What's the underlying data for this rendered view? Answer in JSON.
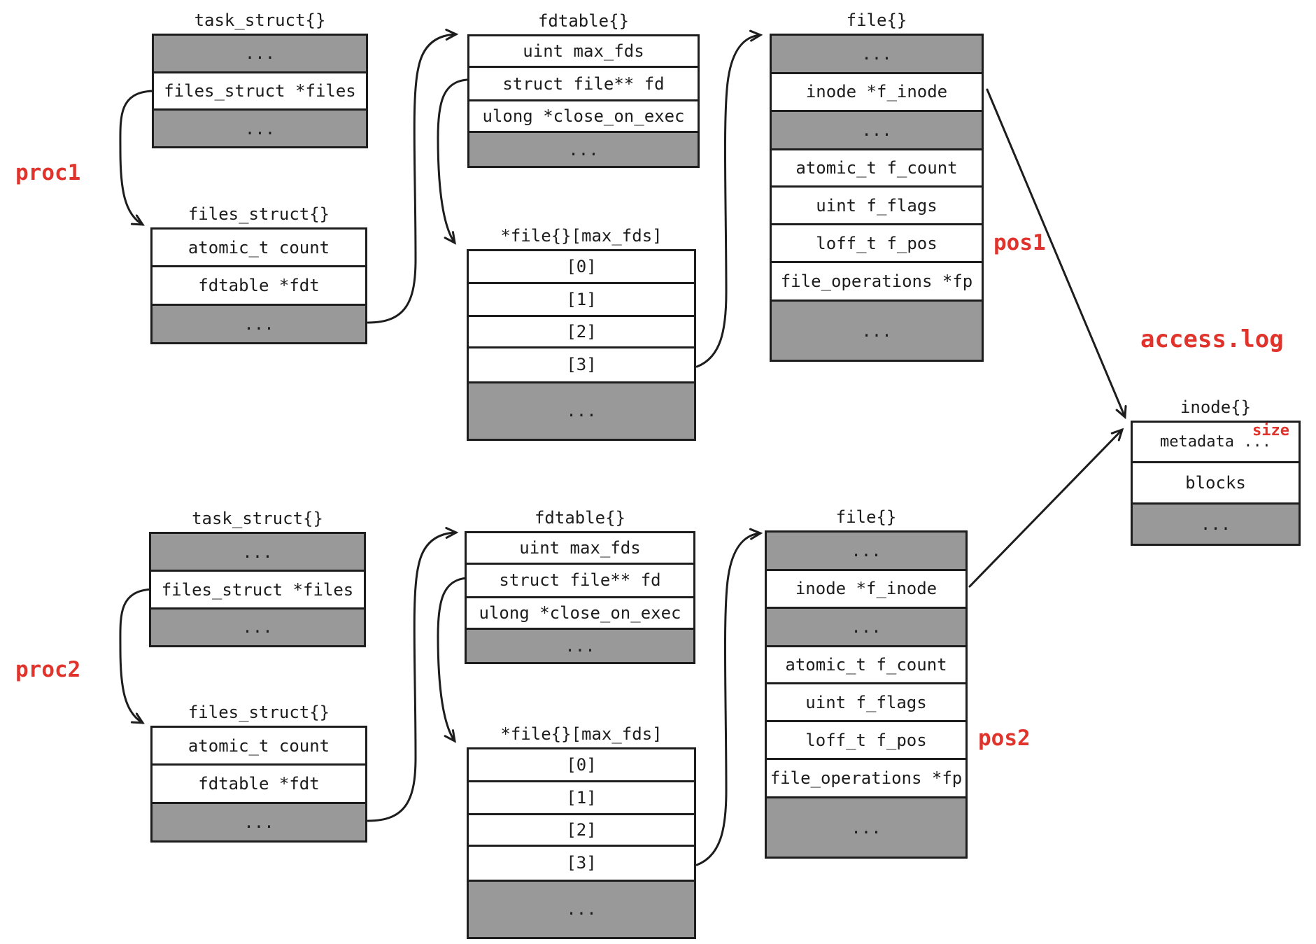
{
  "colors": {
    "red": "#e0332c",
    "gray": "#999999",
    "line": "#1d1d1d"
  },
  "labels": {
    "proc1": "proc1",
    "proc2": "proc2",
    "pos1": "pos1",
    "pos2": "pos2",
    "file_name": "access.log",
    "size": "size"
  },
  "proc1": {
    "task": {
      "title": "task_struct{}",
      "rows": [
        "...",
        "files_struct *files",
        "..."
      ]
    },
    "files": {
      "title": "files_struct{}",
      "rows": [
        "atomic_t count",
        "fdtable *fdt",
        "..."
      ]
    },
    "fdtable": {
      "title": "fdtable{}",
      "rows": [
        "uint max_fds",
        "struct file** fd",
        "ulong *close_on_exec",
        "..."
      ]
    },
    "fdarray": {
      "title": "*file{}[max_fds]",
      "rows": [
        "[0]",
        "[1]",
        "[2]",
        "[3]",
        "..."
      ]
    },
    "file": {
      "title": "file{}",
      "rows": [
        "...",
        "inode *f_inode",
        "...",
        "atomic_t f_count",
        "uint f_flags",
        "loff_t f_pos",
        "file_operations *fp",
        "..."
      ]
    }
  },
  "proc2": {
    "task": {
      "title": "task_struct{}",
      "rows": [
        "...",
        "files_struct *files",
        "..."
      ]
    },
    "files": {
      "title": "files_struct{}",
      "rows": [
        "atomic_t count",
        "fdtable *fdt",
        "..."
      ]
    },
    "fdtable": {
      "title": "fdtable{}",
      "rows": [
        "uint max_fds",
        "struct file** fd",
        "ulong *close_on_exec",
        "..."
      ]
    },
    "fdarray": {
      "title": "*file{}[max_fds]",
      "rows": [
        "[0]",
        "[1]",
        "[2]",
        "[3]",
        "..."
      ]
    },
    "file": {
      "title": "file{}",
      "rows": [
        "...",
        "inode *f_inode",
        "...",
        "atomic_t f_count",
        "uint f_flags",
        "loff_t f_pos",
        "file_operations *fp",
        "..."
      ]
    }
  },
  "inode": {
    "title": "inode{}",
    "rows": [
      "metadata ...",
      "blocks",
      "..."
    ]
  }
}
